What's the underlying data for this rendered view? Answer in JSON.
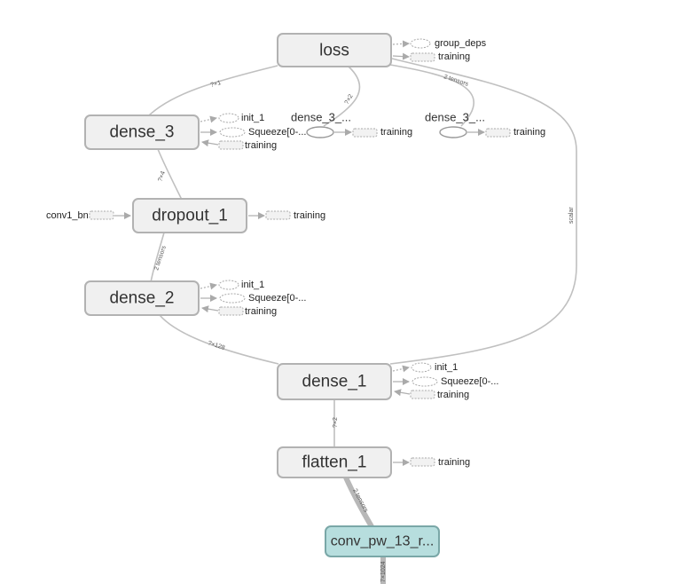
{
  "nodes": {
    "loss": "loss",
    "dense_3": "dense_3",
    "dropout_1": "dropout_1",
    "dense_2": "dense_2",
    "dense_1": "dense_1",
    "flatten_1": "flatten_1",
    "conv_pw": "conv_pw_13_r...",
    "dense_3_sq_a": "dense_3_...",
    "dense_3_sq_b": "dense_3_..."
  },
  "aux": {
    "group_deps": "group_deps",
    "training": "training",
    "init_1": "init_1",
    "squeeze": "Squeeze[0-...",
    "conv1_bn": "conv1_bn"
  },
  "edge_labels": {
    "loss_dense3": "?×1",
    "loss_sq_a": "?×2",
    "loss_sq_b": "2 tensors",
    "dense3_dropout": "?×4",
    "dropout_dense2": "2 tensors",
    "dense2_dense1": "?×128",
    "loss_dense1": "scalar",
    "dense1_flatten": "?×2",
    "flatten_conv": "2 tensors",
    "conv_below": "7×1024"
  },
  "colors": {
    "node_fill": "#f0f0f0",
    "node_stroke": "#b2b2b2",
    "teal_fill": "#b7dede",
    "teal_stroke": "#7aa7a7"
  }
}
